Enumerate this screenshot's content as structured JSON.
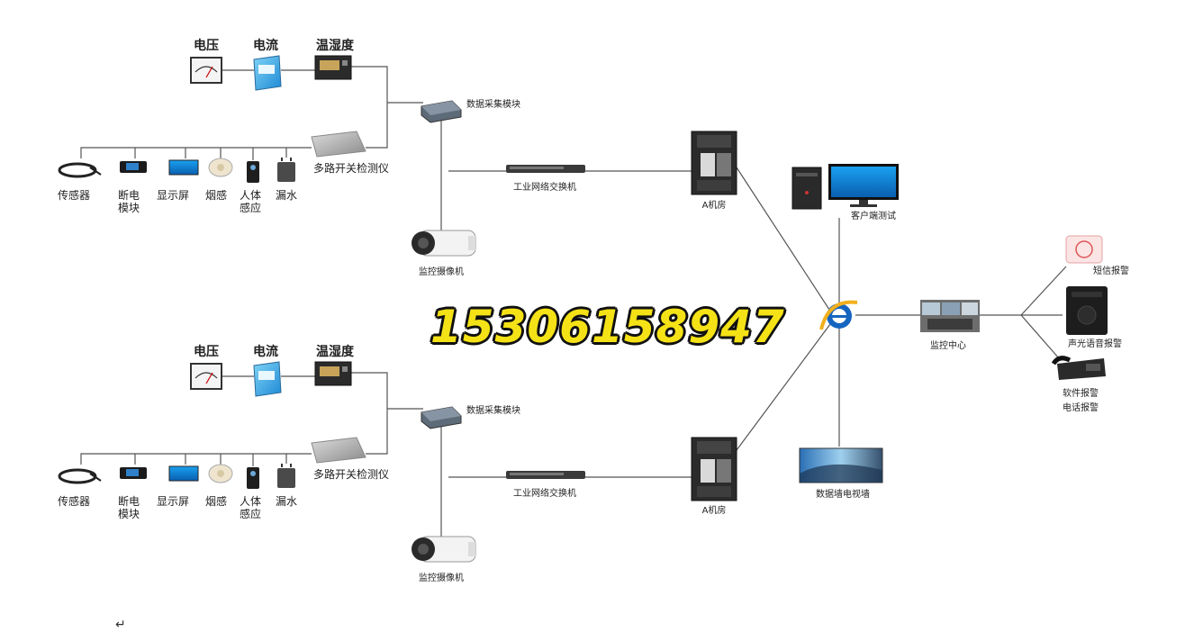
{
  "groups": [
    {
      "voltage": "电压",
      "current": "电流",
      "temp_humidity": "温湿度",
      "data_module": "数据采集模块",
      "multi_switch": "多路开关检测仪",
      "industrial_switch": "工业网络交换机",
      "camera": "监控摄像机",
      "sensors": [
        "传感器",
        "断电\n模块",
        "显示屏",
        "烟感",
        "人体\n感应",
        "漏水"
      ],
      "server_room": "A机房"
    },
    {
      "voltage": "电压",
      "current": "电流",
      "temp_humidity": "温湿度",
      "data_module": "数据采集模块",
      "multi_switch": "多路开关检测仪",
      "industrial_switch": "工业网络交换机",
      "camera": "监控摄像机",
      "sensors": [
        "传感器",
        "断电\n模块",
        "显示屏",
        "烟感",
        "人体\n感应",
        "漏水"
      ],
      "server_room": "A机房"
    }
  ],
  "client": "客户端测试",
  "monitor_center": "监控中心",
  "tv_wall": "数据墙电视墙",
  "alarms": [
    "短信报警",
    "声光语音报警",
    "软件报警\n电话报警"
  ],
  "phone_number": "15306158947",
  "return_mark": "↵",
  "colors": {
    "accent": "#f5e216",
    "ie_blue": "#1565c0",
    "ie_gold": "#f2b01e"
  }
}
